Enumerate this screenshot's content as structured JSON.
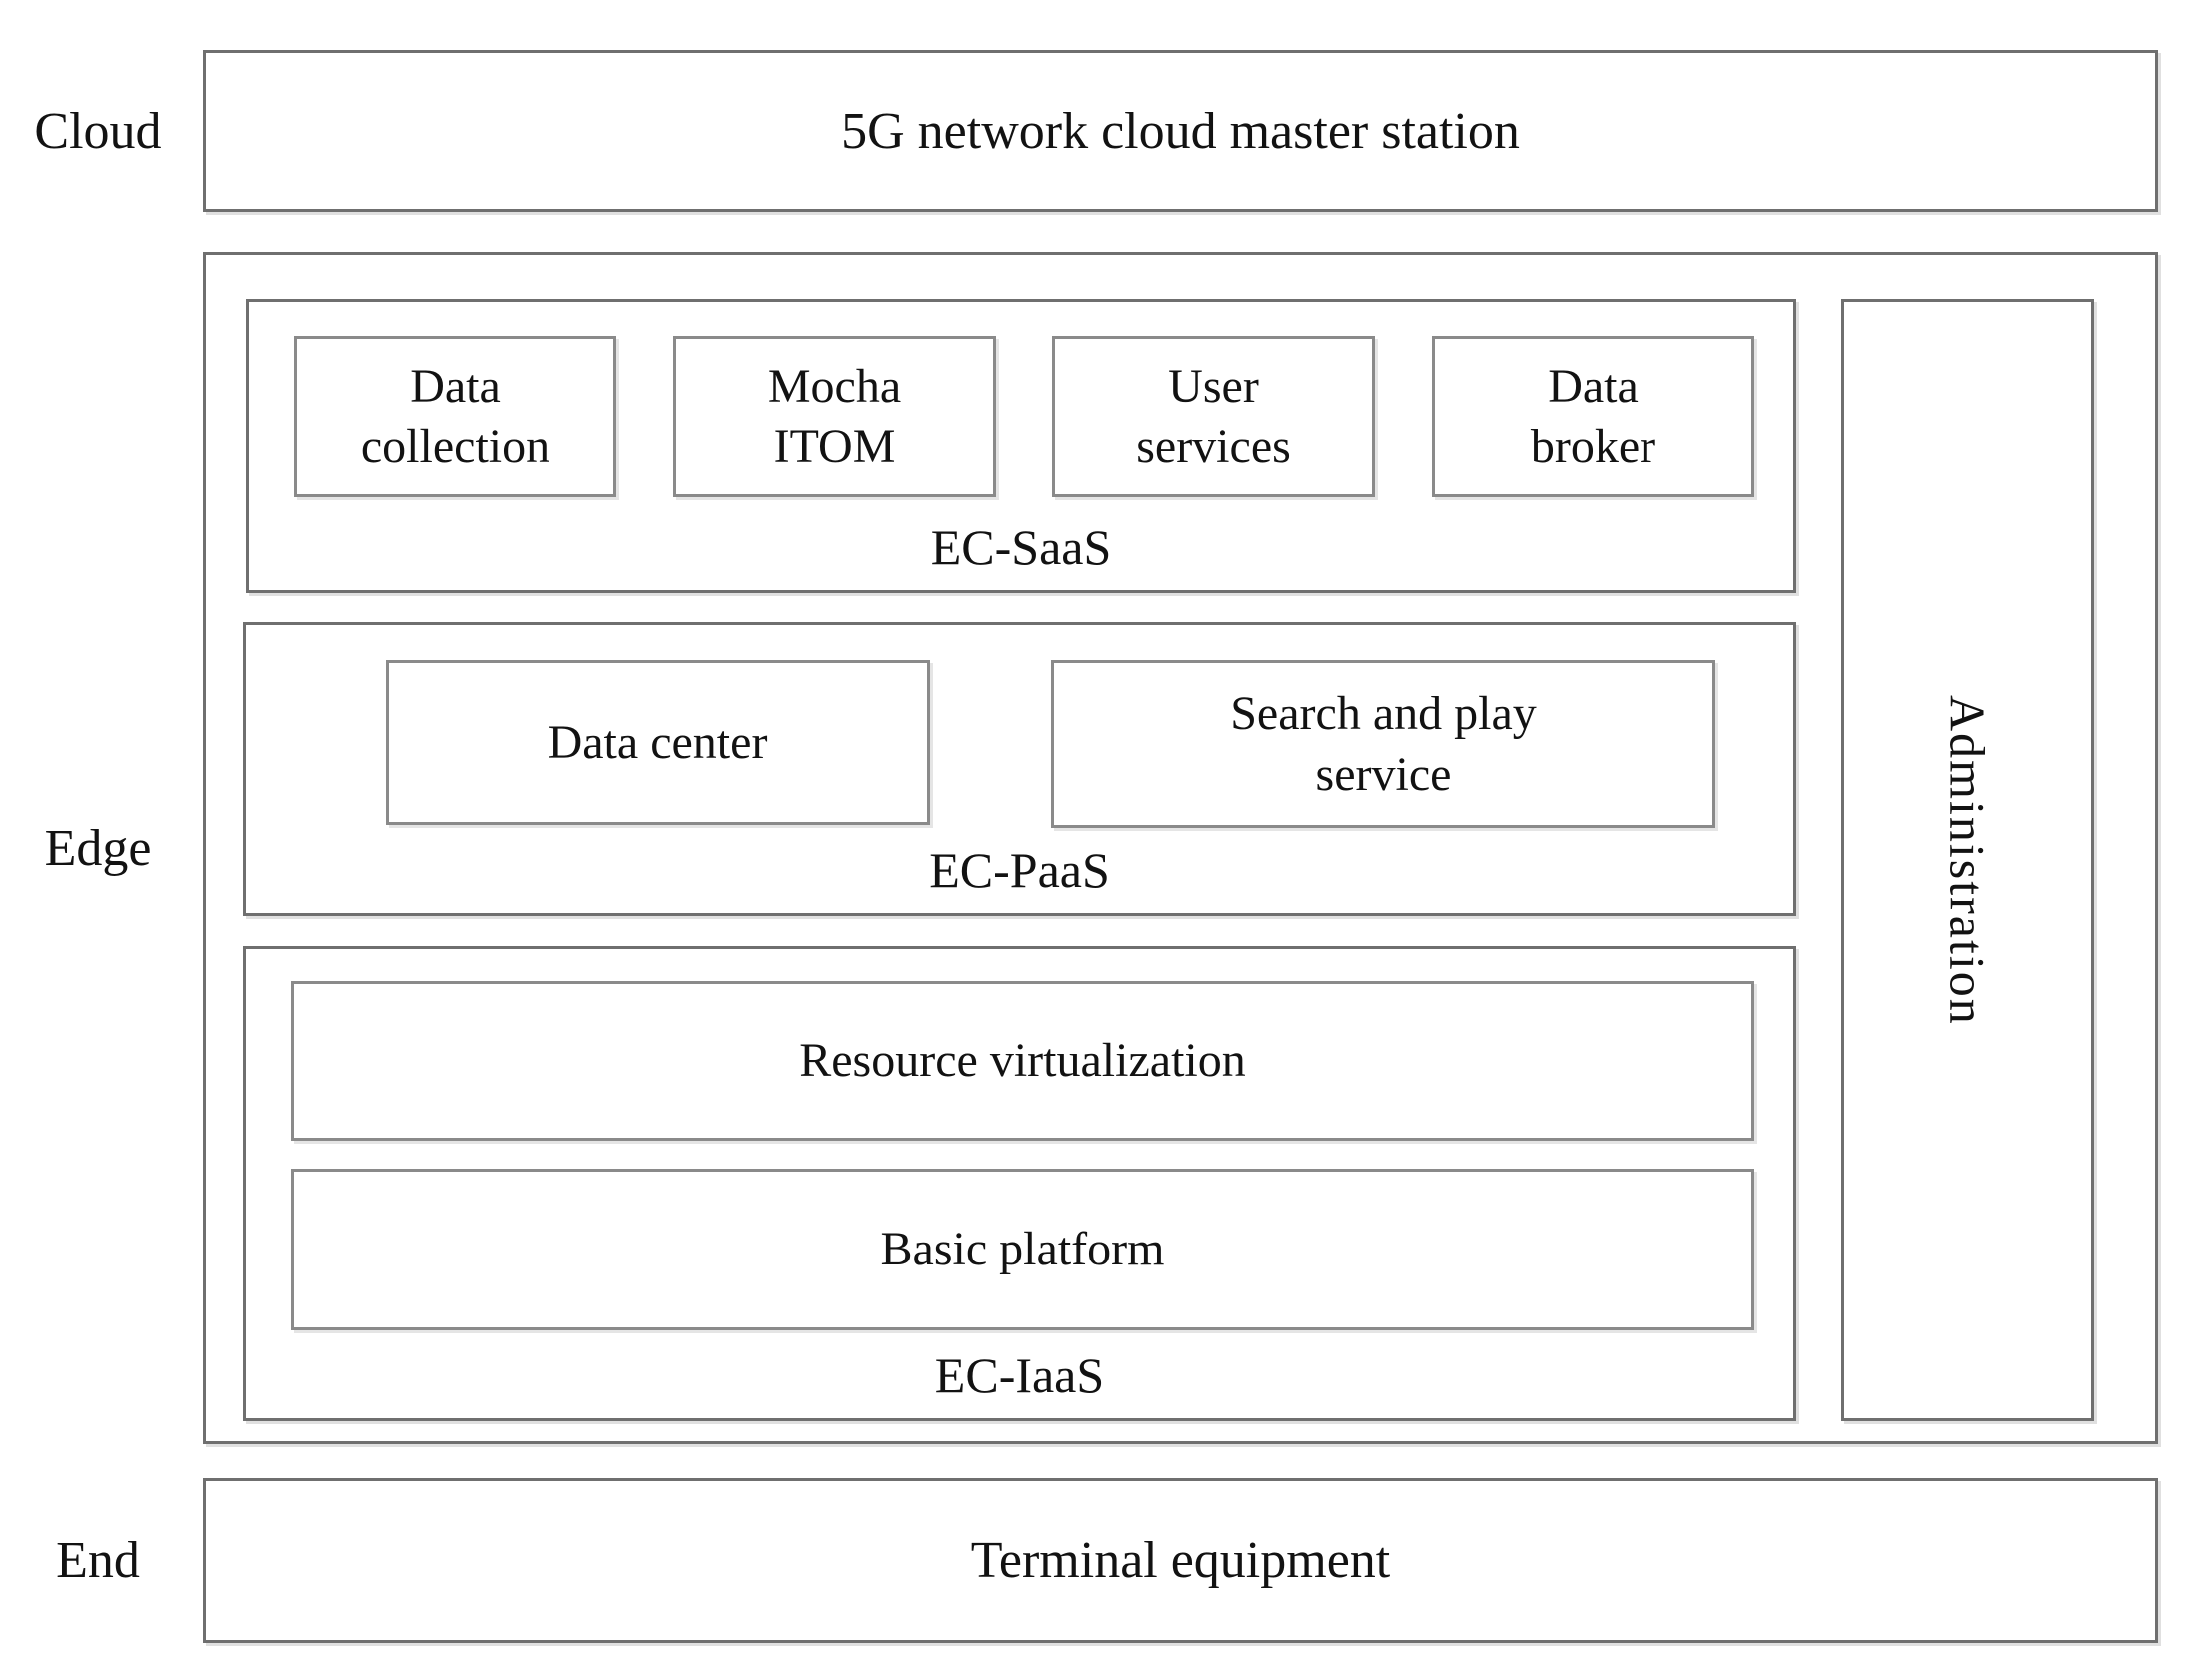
{
  "figure": {
    "layers": {
      "cloud": {
        "label": "Cloud",
        "box_title": "5G network cloud master station"
      },
      "edge": {
        "label": "Edge",
        "ec_saas": {
          "label": "EC-SaaS",
          "modules": [
            "Data\ncollection",
            "Mocha\nITOM",
            "User\nservices",
            "Data\nbroker"
          ]
        },
        "ec_paas": {
          "label": "EC-PaaS",
          "modules": [
            "Data center",
            "Search and play\nservice"
          ]
        },
        "ec_iaas": {
          "label": "EC-IaaS",
          "modules": [
            "Resource virtualization",
            "Basic platform"
          ]
        },
        "administration": {
          "label": "Administration"
        }
      },
      "end": {
        "label": "End",
        "box_title": "Terminal equipment"
      }
    },
    "colors": {
      "background": "#ffffff",
      "border_outer": "#6f6f6f",
      "border_inner": "#8a8a8a",
      "text": "#121212"
    }
  }
}
